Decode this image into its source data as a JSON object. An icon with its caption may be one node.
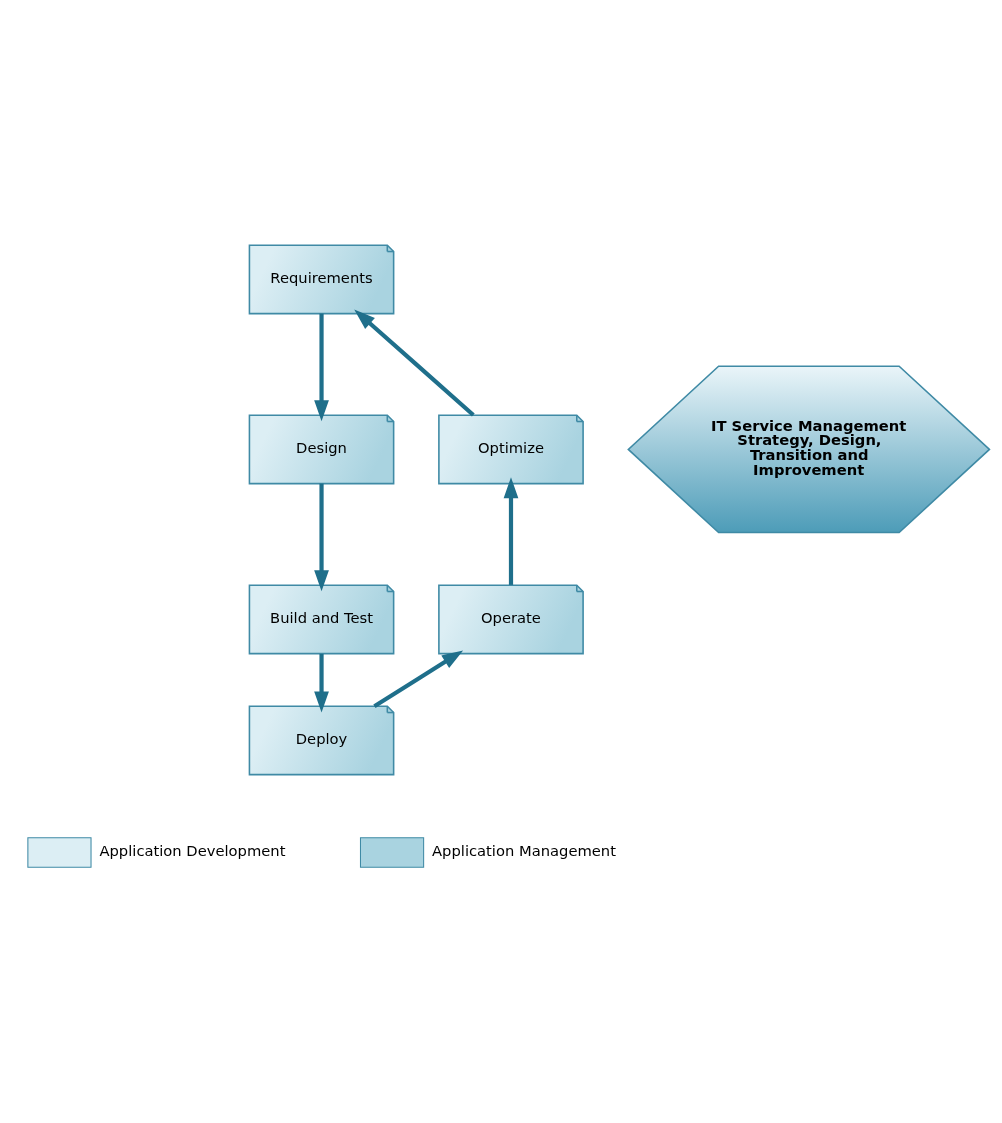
{
  "diagram": {
    "nodes": [
      {
        "text": [
          "Requirements"
        ]
      },
      {
        "text": [
          "Design"
        ]
      },
      {
        "text": [
          "Build and Test"
        ]
      },
      {
        "text": [
          "Deploy"
        ]
      },
      {
        "text": [
          "Operate"
        ]
      },
      {
        "text": [
          "Optimize"
        ]
      },
      {
        "text": [
          "IT Service Management Strategy, Design, Transition and Improvement"
        ]
      }
    ],
    "edges": [
      {
        "from": 0,
        "to": 1,
        "arrow": "to"
      },
      {
        "from": 1,
        "to": 2,
        "arrow": "to"
      },
      {
        "from": 2,
        "to": 3,
        "arrow": "to"
      },
      {
        "from": 3,
        "to": 4,
        "arrow": "to"
      },
      {
        "from": 4,
        "to": 5,
        "arrow": "to"
      },
      {
        "from": 5,
        "to": 0,
        "arrow": "to"
      }
    ],
    "legend": [
      {
        "text": "Application Development",
        "color": "#dceef4"
      },
      {
        "text": "Application Management",
        "color": "#a9d3e0"
      }
    ]
  }
}
